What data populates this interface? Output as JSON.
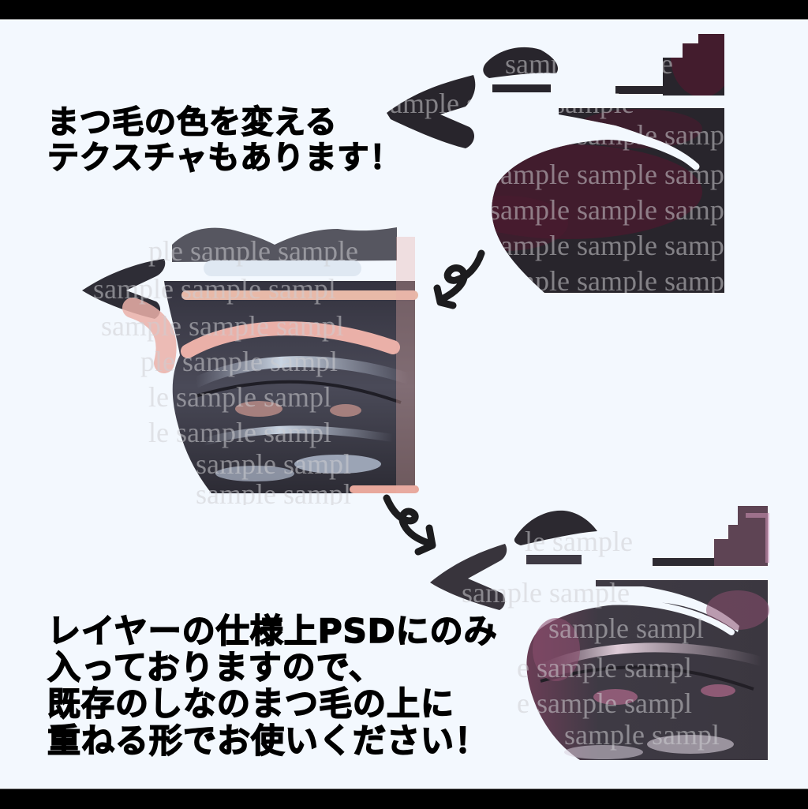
{
  "frame": {
    "letterbox_color": "#000000",
    "background_color": "#f3f8fe"
  },
  "captions": {
    "top": {
      "lines": [
        "まつ毛の色を変える",
        "テクスチャもあります！"
      ]
    },
    "bottom": {
      "lines": [
        "レイヤーの仕様上PSDにのみ",
        "入っておりますので、",
        "既存のしなのまつ毛の上に",
        "重ねる形でお使いください！"
      ]
    }
  },
  "illustrations": {
    "texture_layer": {
      "label": "texture layer (dark with wine-red tint)",
      "base_color": "#28252c",
      "tint_color": "#4a1a2e",
      "watermark": "sample"
    },
    "original_eyelash": {
      "label": "original eyelash (grey/blue with pink highlights)",
      "base_color": "#3e3d4a",
      "highlight_color": "#eab0a8",
      "shine_color": "#b9c8dc",
      "watermark": "sample"
    },
    "result_eyelash": {
      "label": "combined result (grey with mauve tint)",
      "base_color": "#3b3740",
      "tint_color": "#8a4f6e",
      "watermark": "sample"
    }
  },
  "arrows": [
    {
      "name": "curly-arrow-down-left",
      "color": "#1c1c1e"
    },
    {
      "name": "curly-arrow-down-right",
      "color": "#1c1c1e"
    }
  ]
}
